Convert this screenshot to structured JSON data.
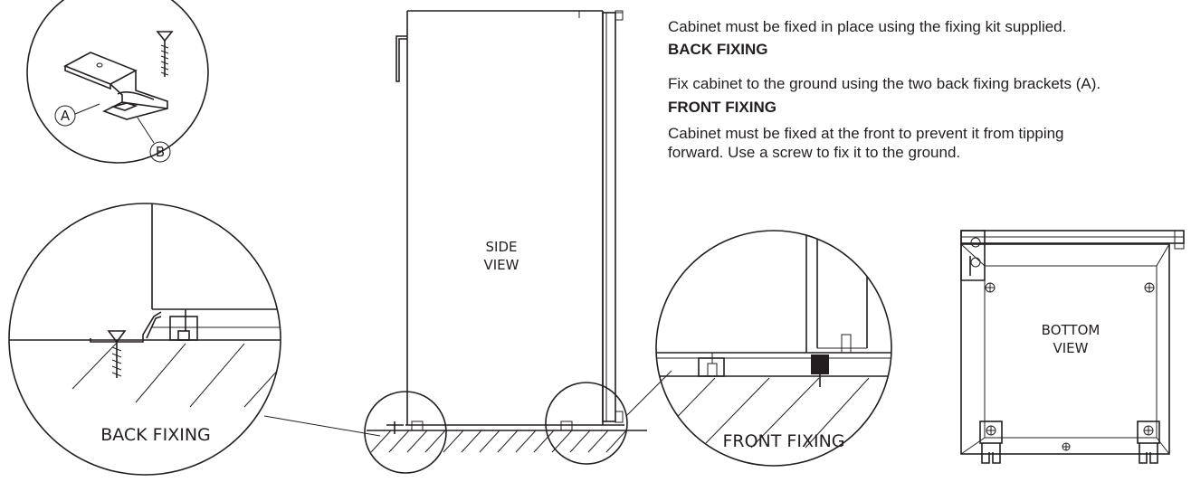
{
  "instructions": {
    "intro": "Cabinet must be fixed in place using the fixing kit supplied.",
    "back_heading": "BACK FIXING",
    "back_text": "Fix cabinet to the ground using the two back fixing  brackets (A).",
    "front_heading": "FRONT FIXING",
    "front_text_line1": "Cabinet must be fixed at the front to prevent it from tipping",
    "front_text_line2": "forward. Use a screw to fix it to the ground."
  },
  "drawing": {
    "bracket_label_a": "A",
    "bracket_label_b": "B",
    "side_view_line1": "SIDE",
    "side_view_line2": "VIEW",
    "back_fixing_caption": "BACK FIXING",
    "front_fixing_caption": "FRONT FIXING",
    "bottom_view_line1": "BOTTOM",
    "bottom_view_line2": "VIEW"
  }
}
